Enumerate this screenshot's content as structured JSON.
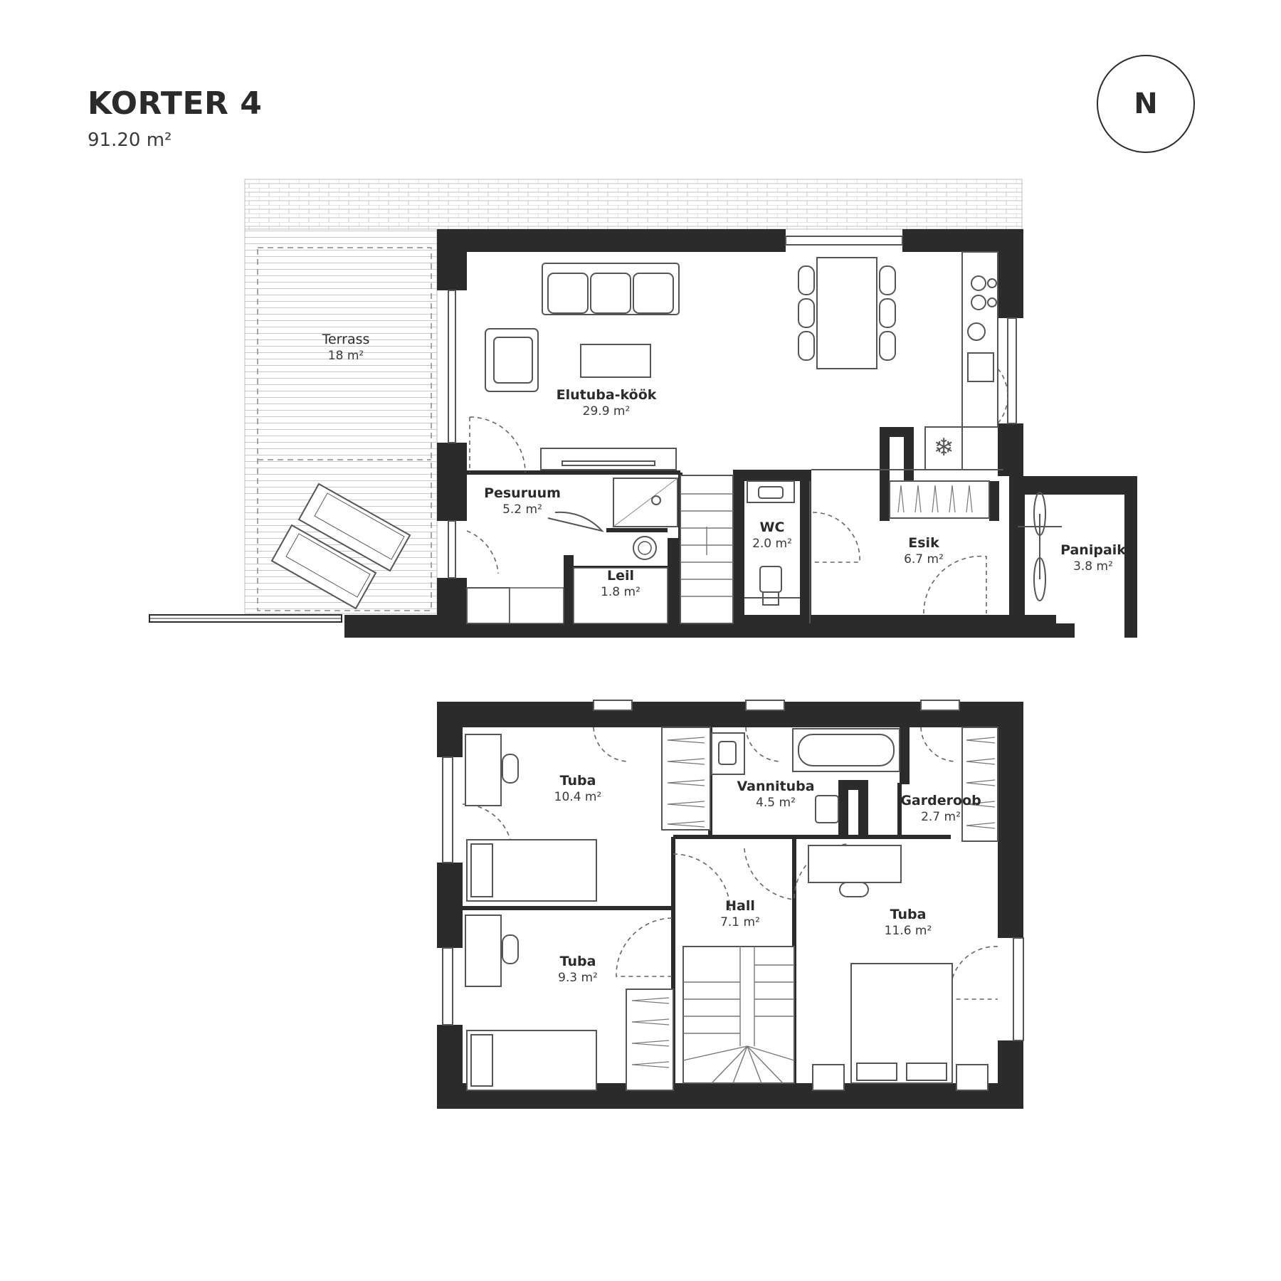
{
  "header": {
    "title": "KORTER 4",
    "area": "91.20 m²"
  },
  "compass": {
    "letter": "N"
  },
  "colors": {
    "wall": "#2b2b2b",
    "line": "#555555",
    "hatch": "#b8b8b8",
    "background": "#ffffff"
  },
  "rooms": [
    {
      "name": "Terrass",
      "area": "18 m²"
    },
    {
      "name": "Elutuba-köök",
      "area": "29.9 m²"
    },
    {
      "name": "Pesuruum",
      "area": "5.2 m²"
    },
    {
      "name": "Leil",
      "area": "1.8 m²"
    },
    {
      "name": "WC",
      "area": "2.0 m²"
    },
    {
      "name": "Esik",
      "area": "6.7 m²"
    },
    {
      "name": "Panipaik",
      "area": "3.8 m²"
    },
    {
      "name": "Tuba",
      "area": "10.4 m²"
    },
    {
      "name": "Vannituba",
      "area": "4.5 m²"
    },
    {
      "name": "Garderoob",
      "area": "2.7 m²"
    },
    {
      "name": "Hall",
      "area": "7.1 m²"
    },
    {
      "name": "Tuba",
      "area": "11.6 m²"
    },
    {
      "name": "Tuba",
      "area": "9.3 m²"
    }
  ]
}
